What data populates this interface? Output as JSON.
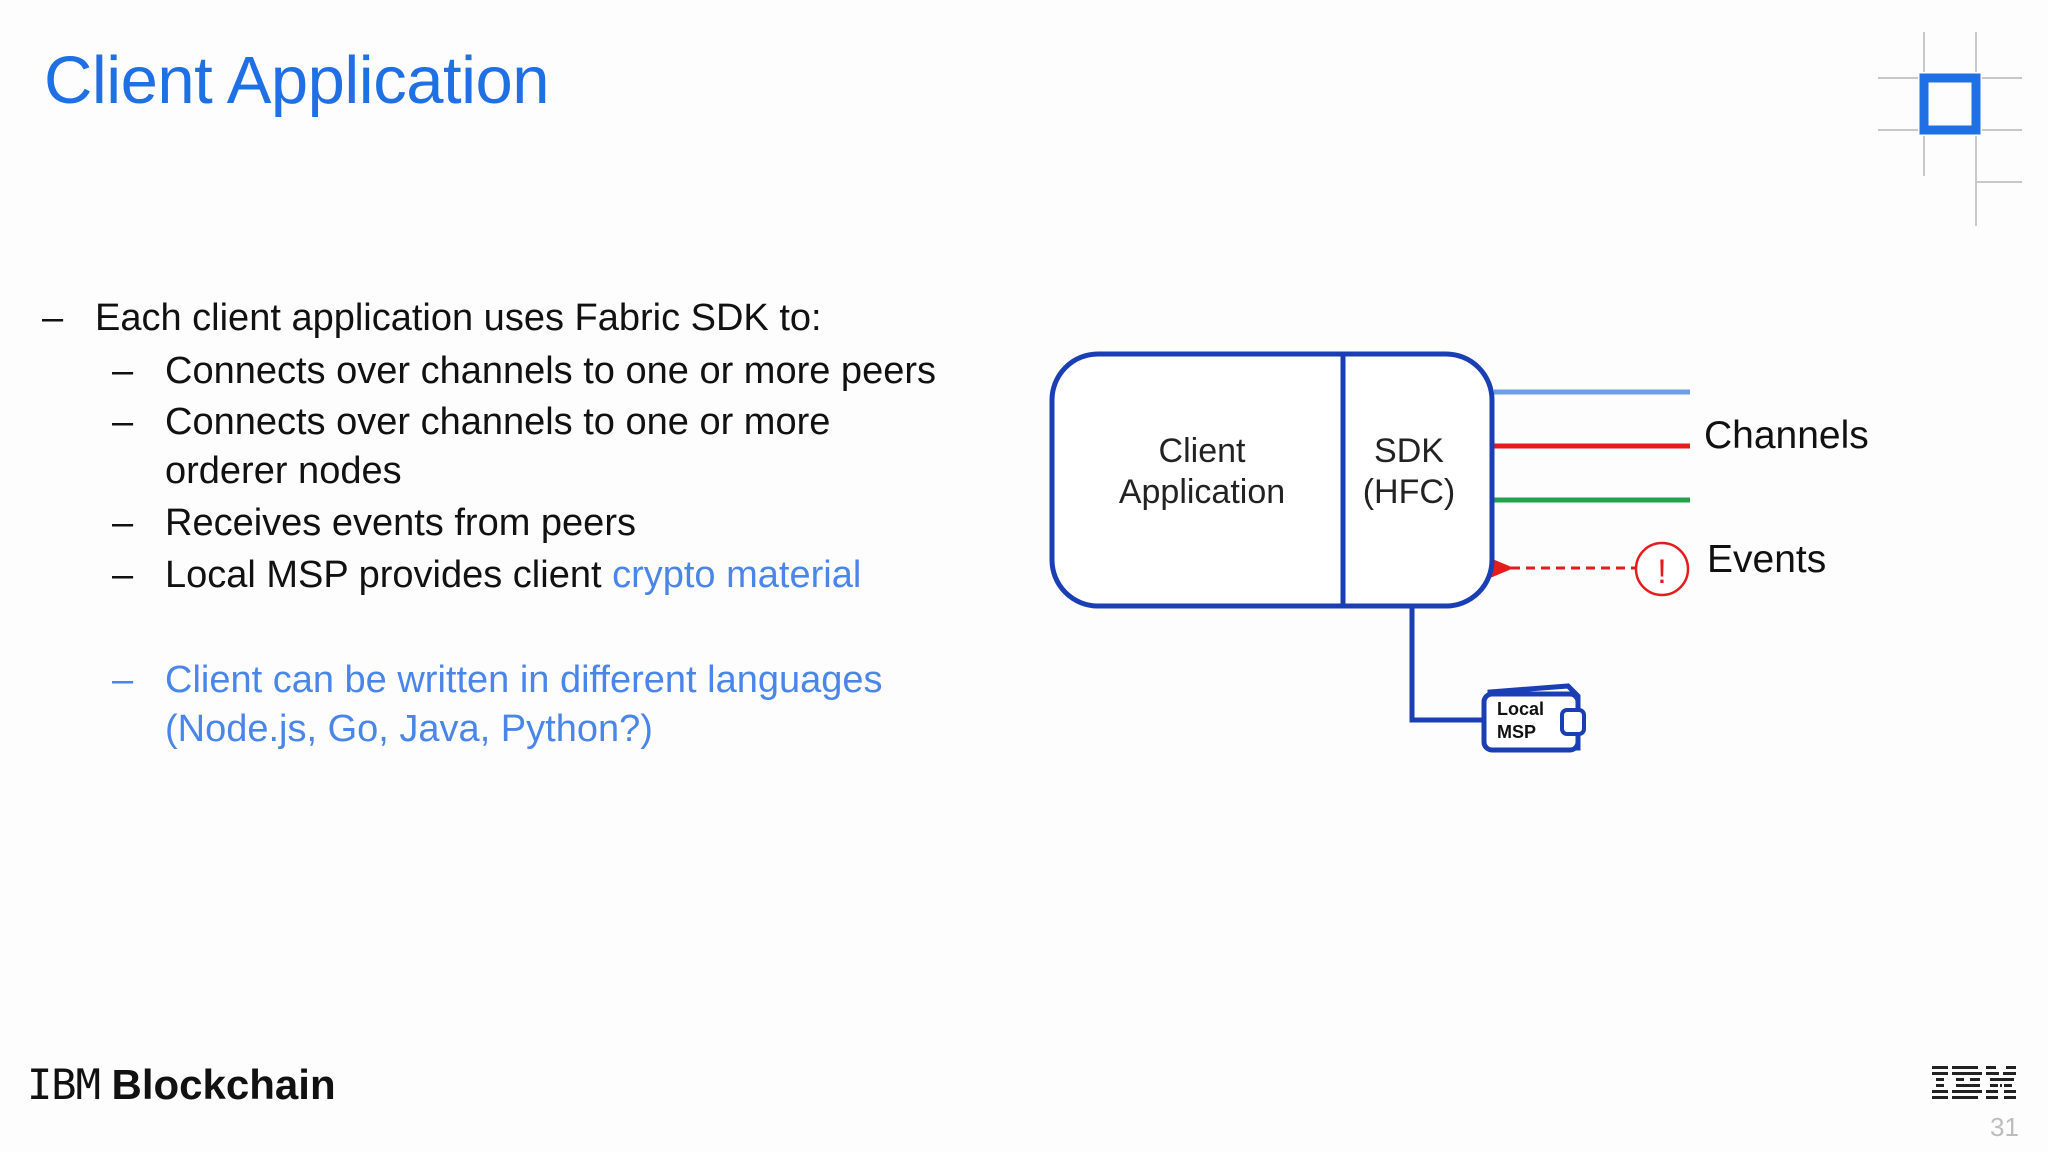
{
  "slide": {
    "title": "Client Application",
    "bullets": [
      {
        "text": "Each client application uses Fabric SDK to:"
      },
      {
        "text": "Connects over channels to one or more peers"
      },
      {
        "text": "Connects over channels to one or more"
      },
      {
        "text": "orderer nodes"
      },
      {
        "text": "Receives events from peers"
      },
      {
        "text_plain": "Local MSP provides client ",
        "text_highlight": "crypto material"
      },
      {
        "text": "Client can be written in different languages"
      },
      {
        "text": "(Node.js, Go, Java, Python?)"
      }
    ],
    "dash": "–"
  },
  "diagram": {
    "client_label_1": "Client",
    "client_label_2": "Application",
    "sdk_label_1": "SDK",
    "sdk_label_2": "(HFC)",
    "channels_label": "Channels",
    "events_label": "Events",
    "event_icon": "!",
    "msp_label_1": "Local",
    "msp_label_2": "MSP",
    "colors": {
      "box": "#1a3fb5",
      "channel_blue": "#6e9ee8",
      "channel_red": "#e51c1c",
      "channel_green": "#1fa24a",
      "event_red": "#e51c1c"
    }
  },
  "footer": {
    "brand_ibm": "IBM",
    "brand_product": "Blockchain",
    "page_number": "31",
    "logo": "ibm-logo"
  }
}
